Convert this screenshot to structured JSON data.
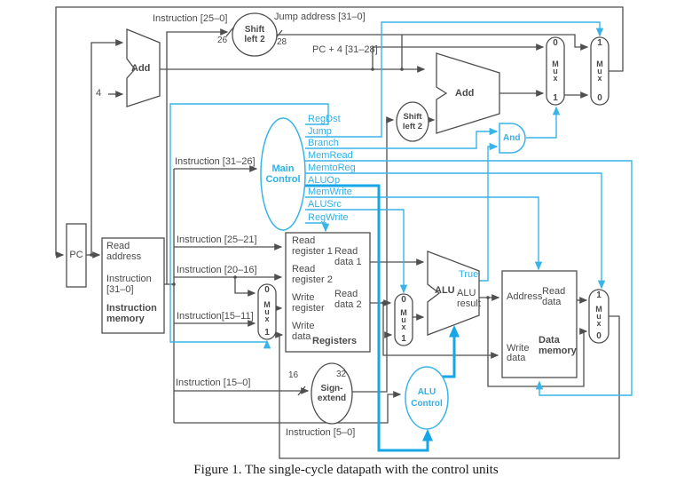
{
  "caption": "Figure 1. The single-cycle datapath with the control units",
  "colors": {
    "wire": "#4f4f4f",
    "control": "#3ab4e8",
    "control_thick": "#16a5e5"
  },
  "top": {
    "instr_25_0": "Instruction [25–0]",
    "jump_address": "Jump address [31–0]",
    "pc_plus_4": "PC + 4 [31–28]",
    "shift_left_2": "Shift\nleft 2",
    "width_26": "26",
    "width_28": "28",
    "width_4": "4",
    "add_label": "Add"
  },
  "branch": {
    "add_label": "Add",
    "shift_left_2": "Shift\nleft 2",
    "and_label": "And"
  },
  "control": {
    "name": "Main\nControl",
    "instr_31_26": "Instruction [31–26]",
    "signals": [
      "RegDst",
      "Jump",
      "Branch",
      "MemRead",
      "MemtoReg",
      "ALUOp",
      "MemWrite",
      "ALUSrc",
      "RegWrite"
    ]
  },
  "pc": {
    "label": "PC"
  },
  "imem": {
    "read_address": "Read\naddress",
    "instr_31_0": "Instruction\n[31–0]",
    "name": "Instruction\nmemory"
  },
  "fields": {
    "instr_25_21": "Instruction [25–21]",
    "instr_20_16": "Instruction [20–16]",
    "instr_15_11": "Instruction[15–11]",
    "instr_15_0": "Instruction [15–0]",
    "instr_5_0": "Instruction [5–0]"
  },
  "registers": {
    "read_register_1": "Read\nregister 1",
    "read_register_2": "Read\nregister 2",
    "write_register": "Write\nregister",
    "write_data": "Write\ndata",
    "read_data_1": "Read\ndata 1",
    "read_data_2": "Read\ndata 2",
    "name": "Registers"
  },
  "alu": {
    "name": "ALU",
    "result": "ALU\nresult",
    "true_flag": "True"
  },
  "dmem": {
    "address": "Address",
    "read_data": "Read\ndata",
    "write_data": "Write\ndata",
    "name": "Data\nmemory"
  },
  "sign_extend": {
    "name": "Sign-\nextend",
    "width_16": "16",
    "width_32": "32"
  },
  "alu_control": {
    "name": "ALU\nControl"
  },
  "mux": {
    "letters": "M\nu\nx",
    "zero": "0",
    "one": "1"
  }
}
